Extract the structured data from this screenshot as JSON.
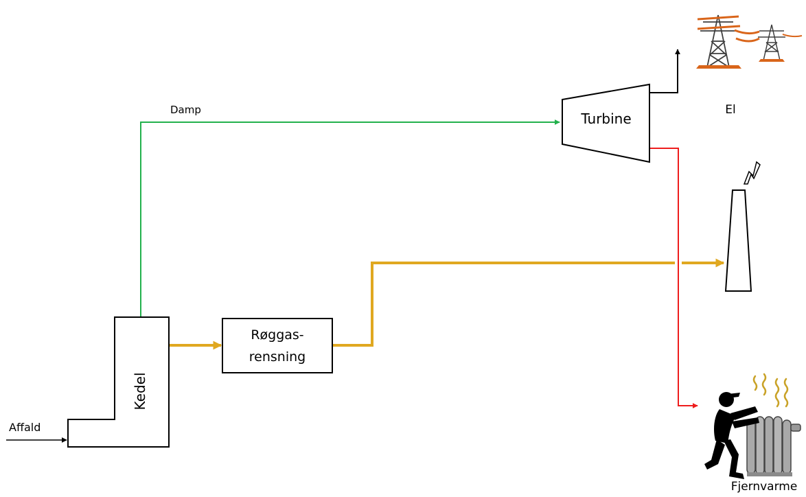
{
  "nodes": {
    "kedel": {
      "label": "Kedel"
    },
    "roeggas": {
      "line1": "Røggas-",
      "line2": "rensning"
    },
    "turbine": {
      "label": "Turbine"
    }
  },
  "flows": {
    "damp": {
      "label": "Damp",
      "color": "#22b14c"
    },
    "affald": {
      "label": "Affald",
      "color": "#000000"
    },
    "flue_gas": {
      "color": "#e0a820"
    },
    "heat": {
      "color": "#ee1c1c"
    },
    "power": {
      "color": "#000000"
    }
  },
  "outputs": {
    "el": {
      "label": "El",
      "icon": "power-pylon-icon"
    },
    "stack": {
      "icon": "chimney-smoke-icon"
    },
    "fjernvarme": {
      "label": "Fjernvarme",
      "icon": "person-warming-at-radiator-icon"
    }
  }
}
